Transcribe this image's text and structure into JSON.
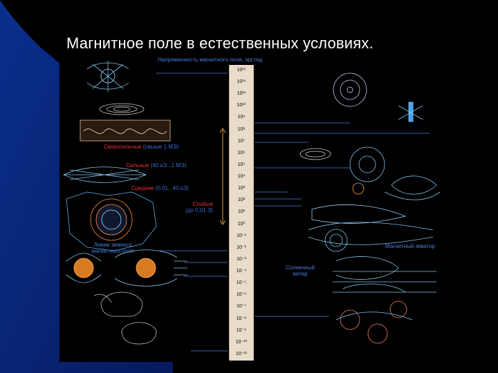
{
  "slide": {
    "title": "Магнитное поле в естественных условиях.",
    "colors": {
      "background": "#000000",
      "panel": "#0a2a8a",
      "title": "#ffffff",
      "accent_red": "#e83030",
      "accent_blue": "#4a7fd6"
    }
  },
  "figure": {
    "scale_header": "Напряженность магнитного поля, эрстед",
    "scale_ticks": [
      "10¹⁵",
      "10¹⁴",
      "10¹¹",
      "10¹⁰",
      "10⁹",
      "10⁸",
      "10⁷",
      "10⁶",
      "10⁵",
      "10⁴",
      "10³",
      "10²",
      "10¹",
      "10⁰",
      "10⁻¹",
      "10⁻²",
      "10⁻³",
      "10⁻⁴",
      "10⁻⁵",
      "10⁻⁶",
      "10⁻⁷",
      "10⁻⁸",
      "10⁻⁹",
      "10⁻¹⁰",
      "10⁻¹¹"
    ],
    "ranges": [
      {
        "name": "Сверхсильные",
        "detail": "(свыше 1 МЭ)"
      },
      {
        "name": "Сильные",
        "detail": "(40 кЭ...1 МЭ)"
      },
      {
        "name": "Средние",
        "detail": "(0,01...40 кЭ)"
      },
      {
        "name": "Слабые",
        "detail": "(до 0,01 Э)"
      }
    ],
    "labels": {
      "left_lower": "Линии земного магнитного поля",
      "right_equator": "Магнитный экватор",
      "right_wind": "Солнечный ветер"
    }
  }
}
